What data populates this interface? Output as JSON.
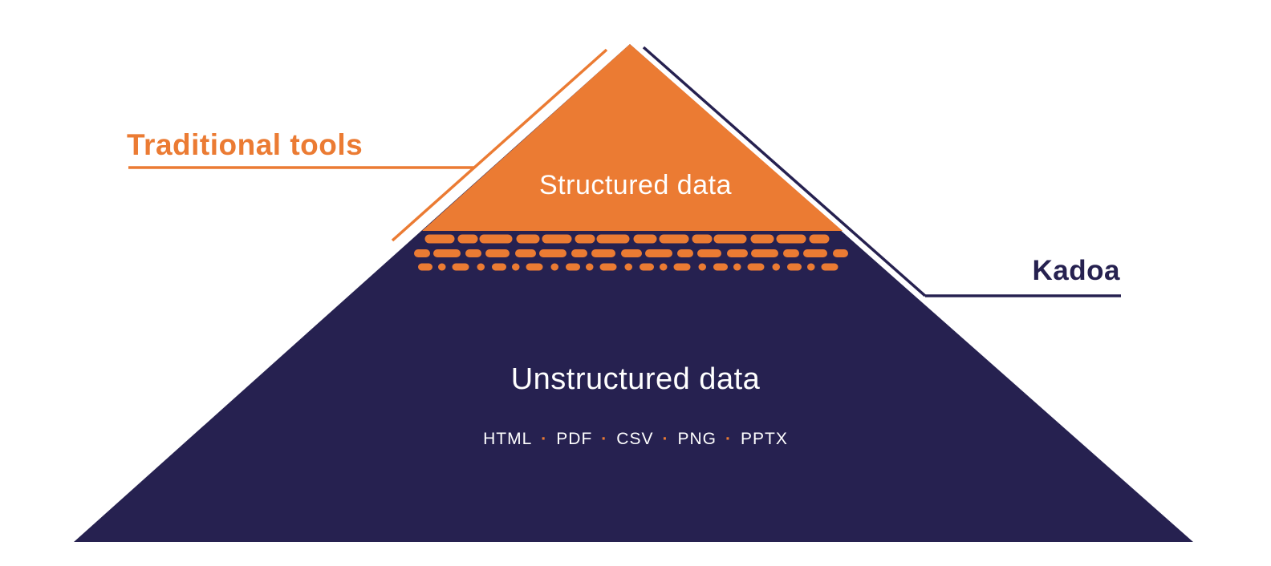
{
  "colors": {
    "orange": "#EB7B33",
    "navy": "#262150",
    "white": "#FFFFFF"
  },
  "pyramid": {
    "top_label": "Structured data",
    "bottom_label": "Unstructured data",
    "formats": [
      "HTML",
      "PDF",
      "CSV",
      "PNG",
      "PPTX"
    ],
    "separator": "·"
  },
  "annotations": {
    "left_label": "Traditional tools",
    "right_label": "Kadoa"
  }
}
